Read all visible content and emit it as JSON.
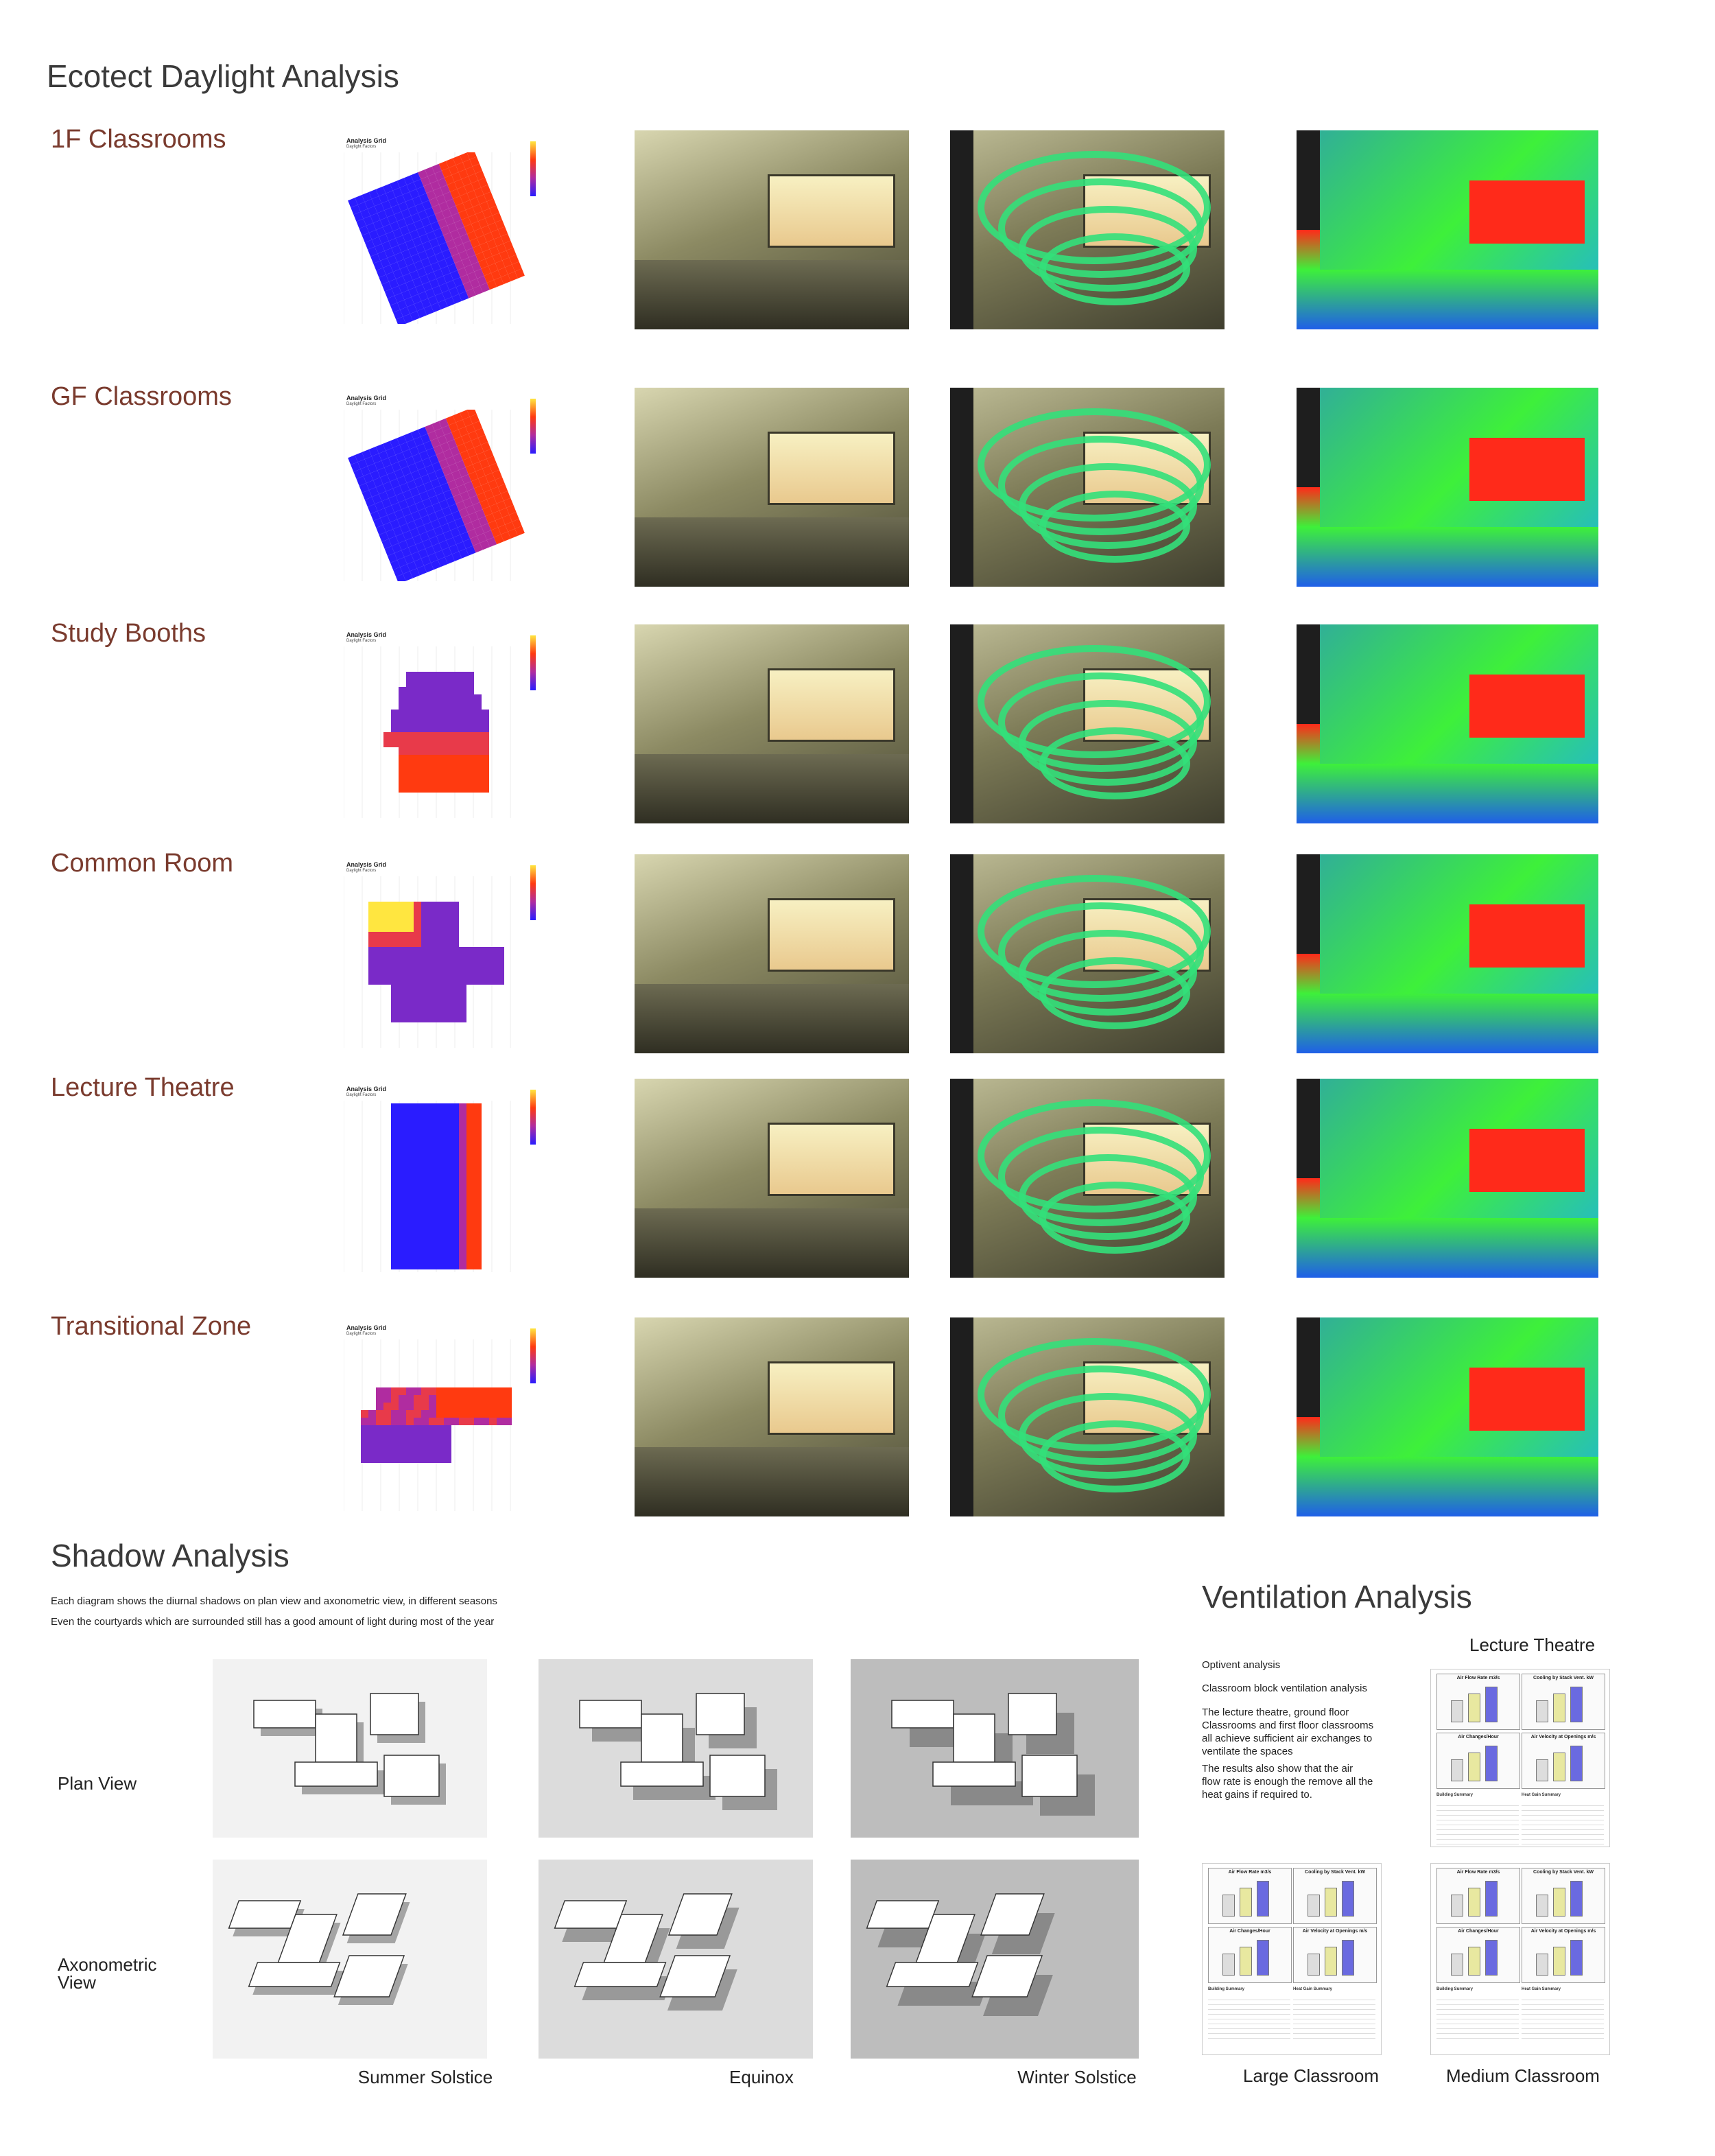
{
  "page": {
    "title": "Ecotect Daylight Analysis"
  },
  "colors": {
    "label": "#7a3b2e",
    "heading": "#3a3a3a",
    "grid_low": "#2a1cff",
    "grid_mid": "#7a2ac8",
    "grid_high": "#ff3a10",
    "grid_top": "#ffe640",
    "contour_green": "#33e07a",
    "false_red": "#ff2a1a",
    "false_green": "#3ef03a",
    "false_blue": "#1f5fe8"
  },
  "rows": [
    {
      "label": "1F Classrooms",
      "grid_title": "Analysis Grid",
      "grid_sub": "Daylight Factors"
    },
    {
      "label": "GF Classrooms",
      "grid_title": "Analysis Grid",
      "grid_sub": "Daylight Factors"
    },
    {
      "label": "Study Booths",
      "grid_title": "Analysis Grid",
      "grid_sub": "Daylight Factors"
    },
    {
      "label": "Common Room",
      "grid_title": "Analysis Grid",
      "grid_sub": "Daylight Factors"
    },
    {
      "label": "Lecture Theatre",
      "grid_title": "Analysis Grid",
      "grid_sub": "Daylight Factors"
    },
    {
      "label": "Transitional Zone",
      "grid_title": "Analysis Grid",
      "grid_sub": "Daylight Factors"
    }
  ],
  "shadow": {
    "title": "Shadow Analysis",
    "line1": "Each diagram shows the diurnal shadows on plan view and axonometric view, in different seasons",
    "line2": "Even the courtyards which are surrounded still has a good amount of light during most of the year",
    "plan_label": "Plan View",
    "axo_label": "Axonometric\nView",
    "seasons": [
      "Summer Solstice",
      "Equinox",
      "Winter Solstice"
    ]
  },
  "ventilation": {
    "title": "Ventilation Analysis",
    "p1": "Optivent analysis",
    "p2": "Classroom block ventilation analysis",
    "p3": "The lecture theatre, ground floor Classrooms and first floor classrooms all achieve sufficient air exchanges to ventilate the spaces",
    "p4": "The results also show that the air flow rate is enough the remove all the heat gains if required to.",
    "cards": [
      {
        "name": "Lecture Theatre"
      },
      {
        "name": "Large Classroom"
      },
      {
        "name": "Medium Classroom"
      }
    ],
    "chart_titles": [
      "Air Flow Rate m3/s",
      "Cooling by Stack Vent. kW",
      "Air Changes/Hour",
      "Air Velocity at Openings m/s"
    ],
    "table_titles": [
      "Building Summary",
      "Heat Gain Summary"
    ]
  }
}
